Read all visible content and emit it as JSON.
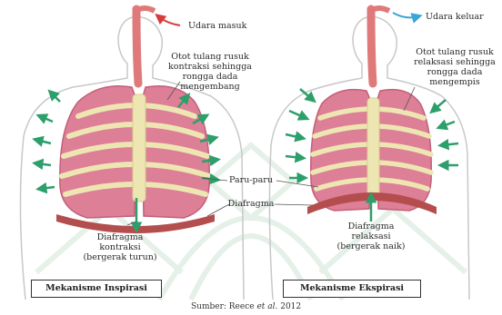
{
  "left_panel": {
    "air_label": "Udara masuk",
    "muscle_note": [
      "Otot tulang rusuk",
      "kontraksi sehingga",
      "rongga dada",
      "mengembang"
    ],
    "diaphragm_note": [
      "Diafragma",
      "kontraksi",
      "(bergerak turun)"
    ],
    "caption": "Mekanisme Inspirasi"
  },
  "right_panel": {
    "air_label": "Udara keluar",
    "muscle_note": [
      "Otot tulang rusuk",
      "relaksasi sehingga",
      "rongga dada",
      "mengempis"
    ],
    "diaphragm_note": [
      "Diafragma",
      "relaksasi",
      "(bergerak naik)"
    ],
    "caption": "Mekanisme Ekspirasi"
  },
  "shared": {
    "lungs_label": "Paru-paru",
    "diaphragm_label": "Diafragma"
  },
  "source_prefix": "Sumber: Reece ",
  "source_italic": "et al.",
  "source_suffix": " 2012",
  "colors": {
    "lung": "#dd7f96",
    "lung_dark": "#c35f7a",
    "rib": "#ede6b2",
    "arrow_green": "#2d9f6a",
    "trachea": "#e07a7a",
    "diaphragm": "#b44d4d",
    "body_line": "#c8c8c8",
    "watermark": "#dfeee2",
    "inhale_arrow": "#d63c3c",
    "exhale_arrow": "#3aa6d6"
  }
}
